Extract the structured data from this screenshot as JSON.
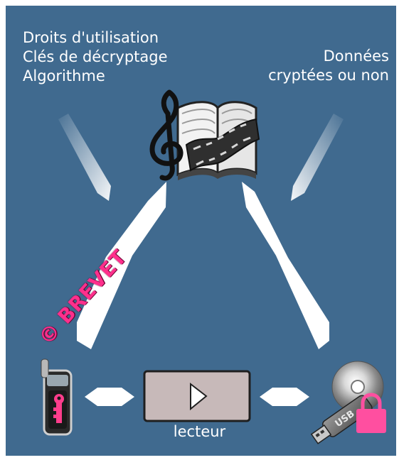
{
  "rights": {
    "line1": "Droits d'utilisation",
    "line2": "Clés de décryptage",
    "line3": "Algorithme"
  },
  "data_text": {
    "line1": "Données",
    "line2": "cryptées ou non"
  },
  "copyright": "© BREVET",
  "player": {
    "label": "lecteur"
  },
  "storage": {
    "usb_text": "USB"
  },
  "colors": {
    "background": "#406a8f",
    "arrow": "#ffffff",
    "watermark": "#ff2f8c",
    "player_box": "#c7b9b9",
    "lock": "#ff4fa0"
  }
}
